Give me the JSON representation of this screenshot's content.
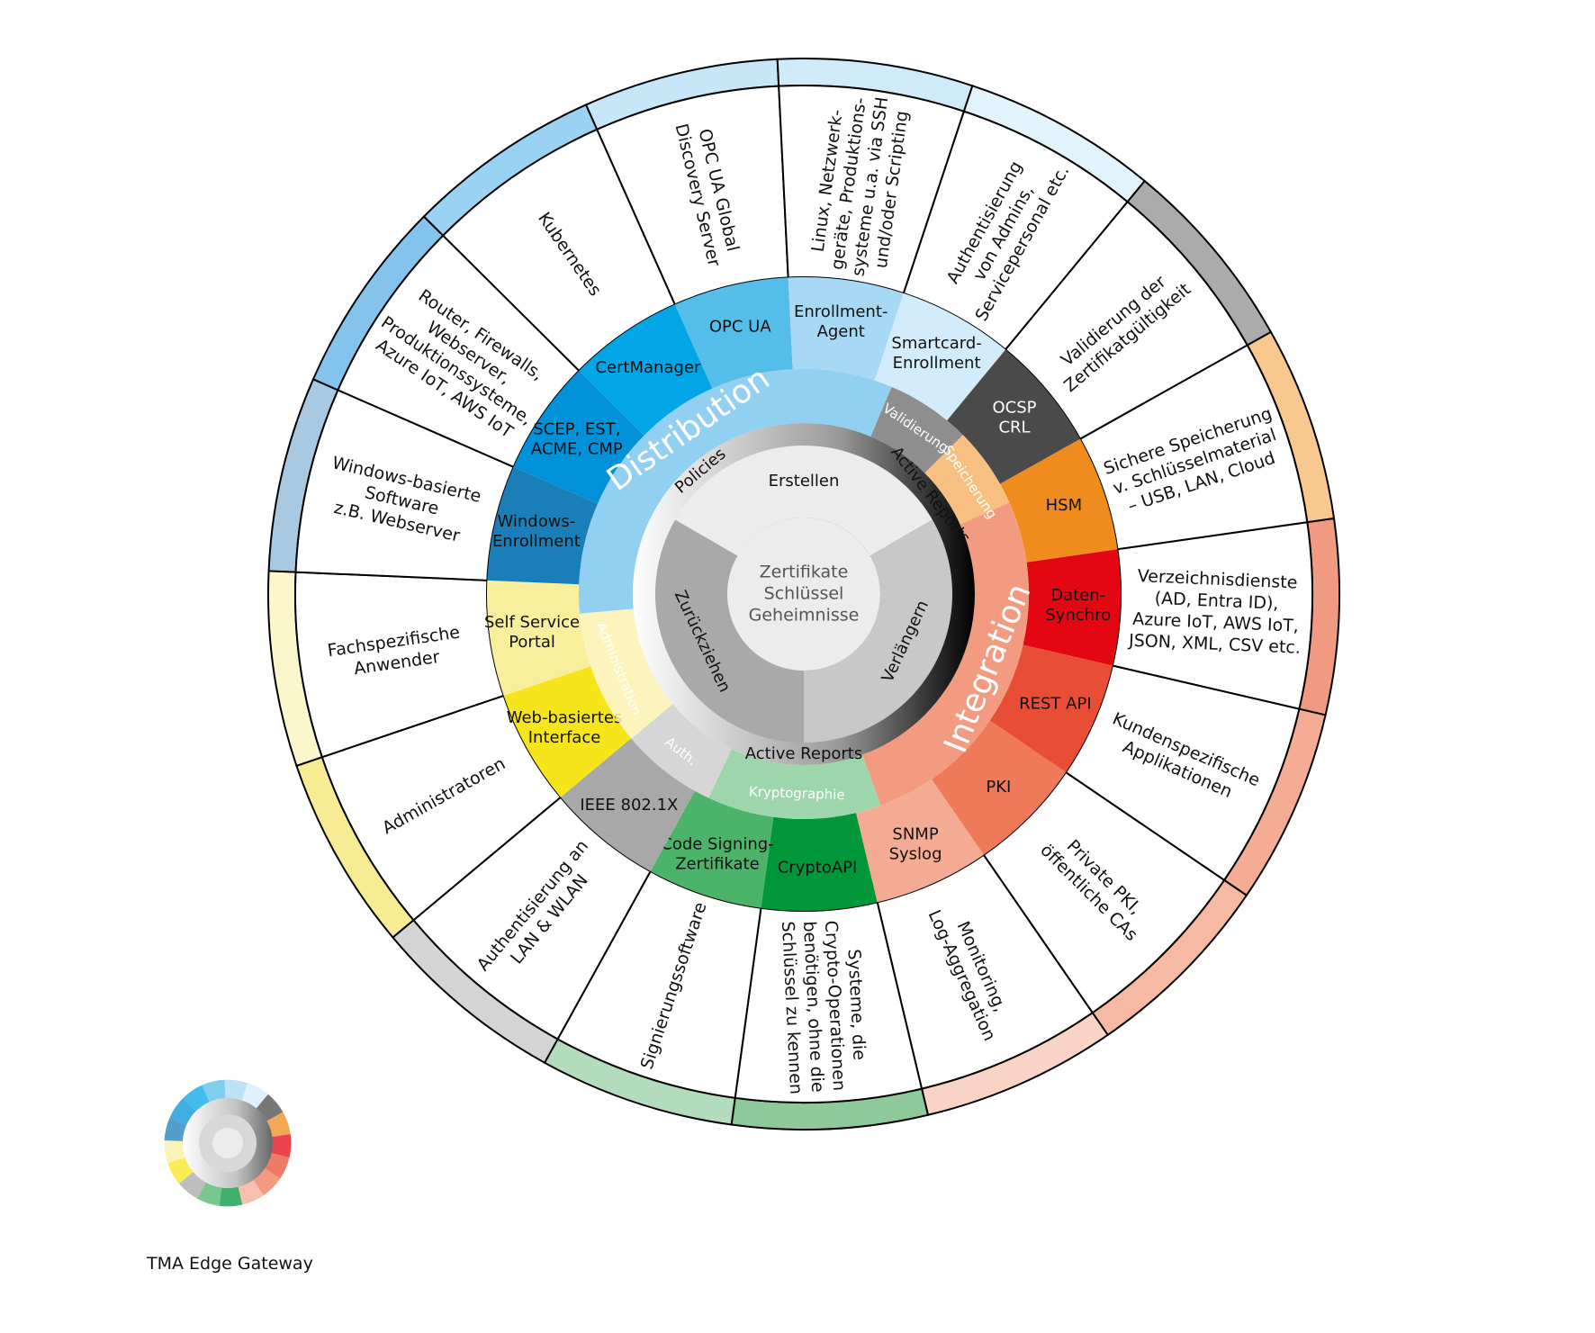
{
  "center": [
    "Zertifikate",
    "Schlüssel",
    "Geheimnisse"
  ],
  "lifecycle": [
    {
      "key": "erstellen",
      "label": "Erstellen",
      "color": "#ececec"
    },
    {
      "key": "verlaengern",
      "label": "Verlängern",
      "color": "#c8c8c8"
    },
    {
      "key": "zurueckziehen",
      "label": "Zurückziehen",
      "color": "#a9a9a9"
    },
    {
      "key": "policies",
      "label": "Policies",
      "color": "#ffffff"
    },
    {
      "key": "active_reports_right",
      "label": "Active Reports",
      "color": "#000000"
    },
    {
      "key": "active_reports_bottom",
      "label": "Active Reports",
      "color": "#000000"
    }
  ],
  "bands": {
    "distribution": "Distribution",
    "integration": "Integration",
    "administration": "Administration",
    "kryptographie": "Kryptographie",
    "auth": "Auth.",
    "validierung": "Validierung",
    "speicherung": "Speicherung"
  },
  "segments": [
    {
      "key": "opcua",
      "lines": [
        "OPC UA"
      ],
      "color": "#54bde9",
      "outer": [
        "OPC UA Global",
        "Discovery Server"
      ],
      "rim": "#c7e6f8"
    },
    {
      "key": "enrollment_agent",
      "lines": [
        "Enrollment-",
        "Agent"
      ],
      "color": "#a7d8f4",
      "outer": [
        "Linux, Netzwerk-",
        "geräte, Produktions-",
        "systeme u.a. via SSH",
        "und/oder Scripting"
      ],
      "rim": "#cfeaf9"
    },
    {
      "key": "smartcard",
      "lines": [
        "Smartcard-",
        "Enrollment"
      ],
      "color": "#d3ecfb",
      "outer": [
        "Authentisierung",
        "von Admins,",
        "Servicepersonal etc."
      ],
      "rim": "#e3f3fc"
    },
    {
      "key": "ocsp",
      "lines": [
        "OCSP",
        "CRL"
      ],
      "color": "#4a4a4a",
      "outer": [
        "Validierung der",
        "Zertifikatgültigkeit"
      ],
      "rim": "#ababab"
    },
    {
      "key": "hsm",
      "lines": [
        "HSM"
      ],
      "color": "#f08b1d",
      "outer": [
        "Sichere Speicherung",
        "v. Schlüsselmaterial",
        "– USB, LAN, Cloud"
      ],
      "rim": "#f8c88f"
    },
    {
      "key": "datensynchro",
      "lines": [
        "Daten-",
        "Synchro"
      ],
      "color": "#e30613",
      "outer": [
        "Verzeichnisdienste",
        "(AD, Entra ID),",
        "Azure IoT, AWS IoT,",
        "JSON, XML, CSV etc."
      ],
      "rim": "#f19a82"
    },
    {
      "key": "restapi",
      "lines": [
        "REST API"
      ],
      "color": "#e84e35",
      "outer": [
        "Kundenspezifische",
        "Applikationen"
      ],
      "rim": "#f4ac94"
    },
    {
      "key": "pki",
      "lines": [
        "PKI"
      ],
      "color": "#ee7a5a",
      "outer": [
        "Private PKI,",
        "öffentliche CAs"
      ],
      "rim": "#f6b9a3"
    },
    {
      "key": "snmp",
      "lines": [
        "SNMP",
        "Syslog"
      ],
      "color": "#f4ab93",
      "outer": [
        "Monitoring,",
        "Log-Aggregation"
      ],
      "rim": "#f9d4c6"
    },
    {
      "key": "cryptoapi",
      "lines": [
        "CryptoAPI"
      ],
      "color": "#00963a",
      "outer": [
        "Systeme, die",
        "Crypto-Operationen",
        "benötigen, ohne die",
        "Schlüssel zu kennen"
      ],
      "rim": "#8dc99b"
    },
    {
      "key": "codesigning",
      "lines": [
        "Code Signing-",
        "Zertifikate"
      ],
      "color": "#4cb36a",
      "outer": [
        "Signierungssoftware"
      ],
      "rim": "#b3dcbd"
    },
    {
      "key": "ieee",
      "lines": [
        "IEEE 802.1X"
      ],
      "color": "#a8a8a8",
      "outer": [
        "Authentisierung an",
        "LAN & WLAN"
      ],
      "rim": "#d4d4d4"
    },
    {
      "key": "webinterface",
      "lines": [
        "Web-basiertes",
        "Interface"
      ],
      "color": "#f7e51b",
      "outer": [
        "Administratoren"
      ],
      "rim": "#f7ec94"
    },
    {
      "key": "selfservice",
      "lines": [
        "Self Service",
        "Portal"
      ],
      "color": "#f9ee9c",
      "outer": [
        "Fachspezifische",
        "Anwender"
      ],
      "rim": "#fcf6cd"
    },
    {
      "key": "windows",
      "lines": [
        "Windows-",
        "Enrollment"
      ],
      "color": "#1a7fb8",
      "outer": [
        "Windows-basierte",
        "Software",
        "z.B. Webserver"
      ],
      "rim": "#a9c9e2"
    },
    {
      "key": "scep",
      "lines": [
        "SCEP, EST,",
        "ACME, CMP"
      ],
      "color": "#0091d9",
      "outer": [
        "Router, Firewalls,",
        "Webserver,",
        "Produktionssysteme,",
        "Azure IoT, AWS IoT"
      ],
      "rim": "#84c4ec"
    },
    {
      "key": "certmanager",
      "lines": [
        "CertManager"
      ],
      "color": "#02a6e6",
      "outer": [
        "Kubernetes"
      ],
      "rim": "#9ad2f3"
    }
  ],
  "caption": "TMA Edge Gateway"
}
